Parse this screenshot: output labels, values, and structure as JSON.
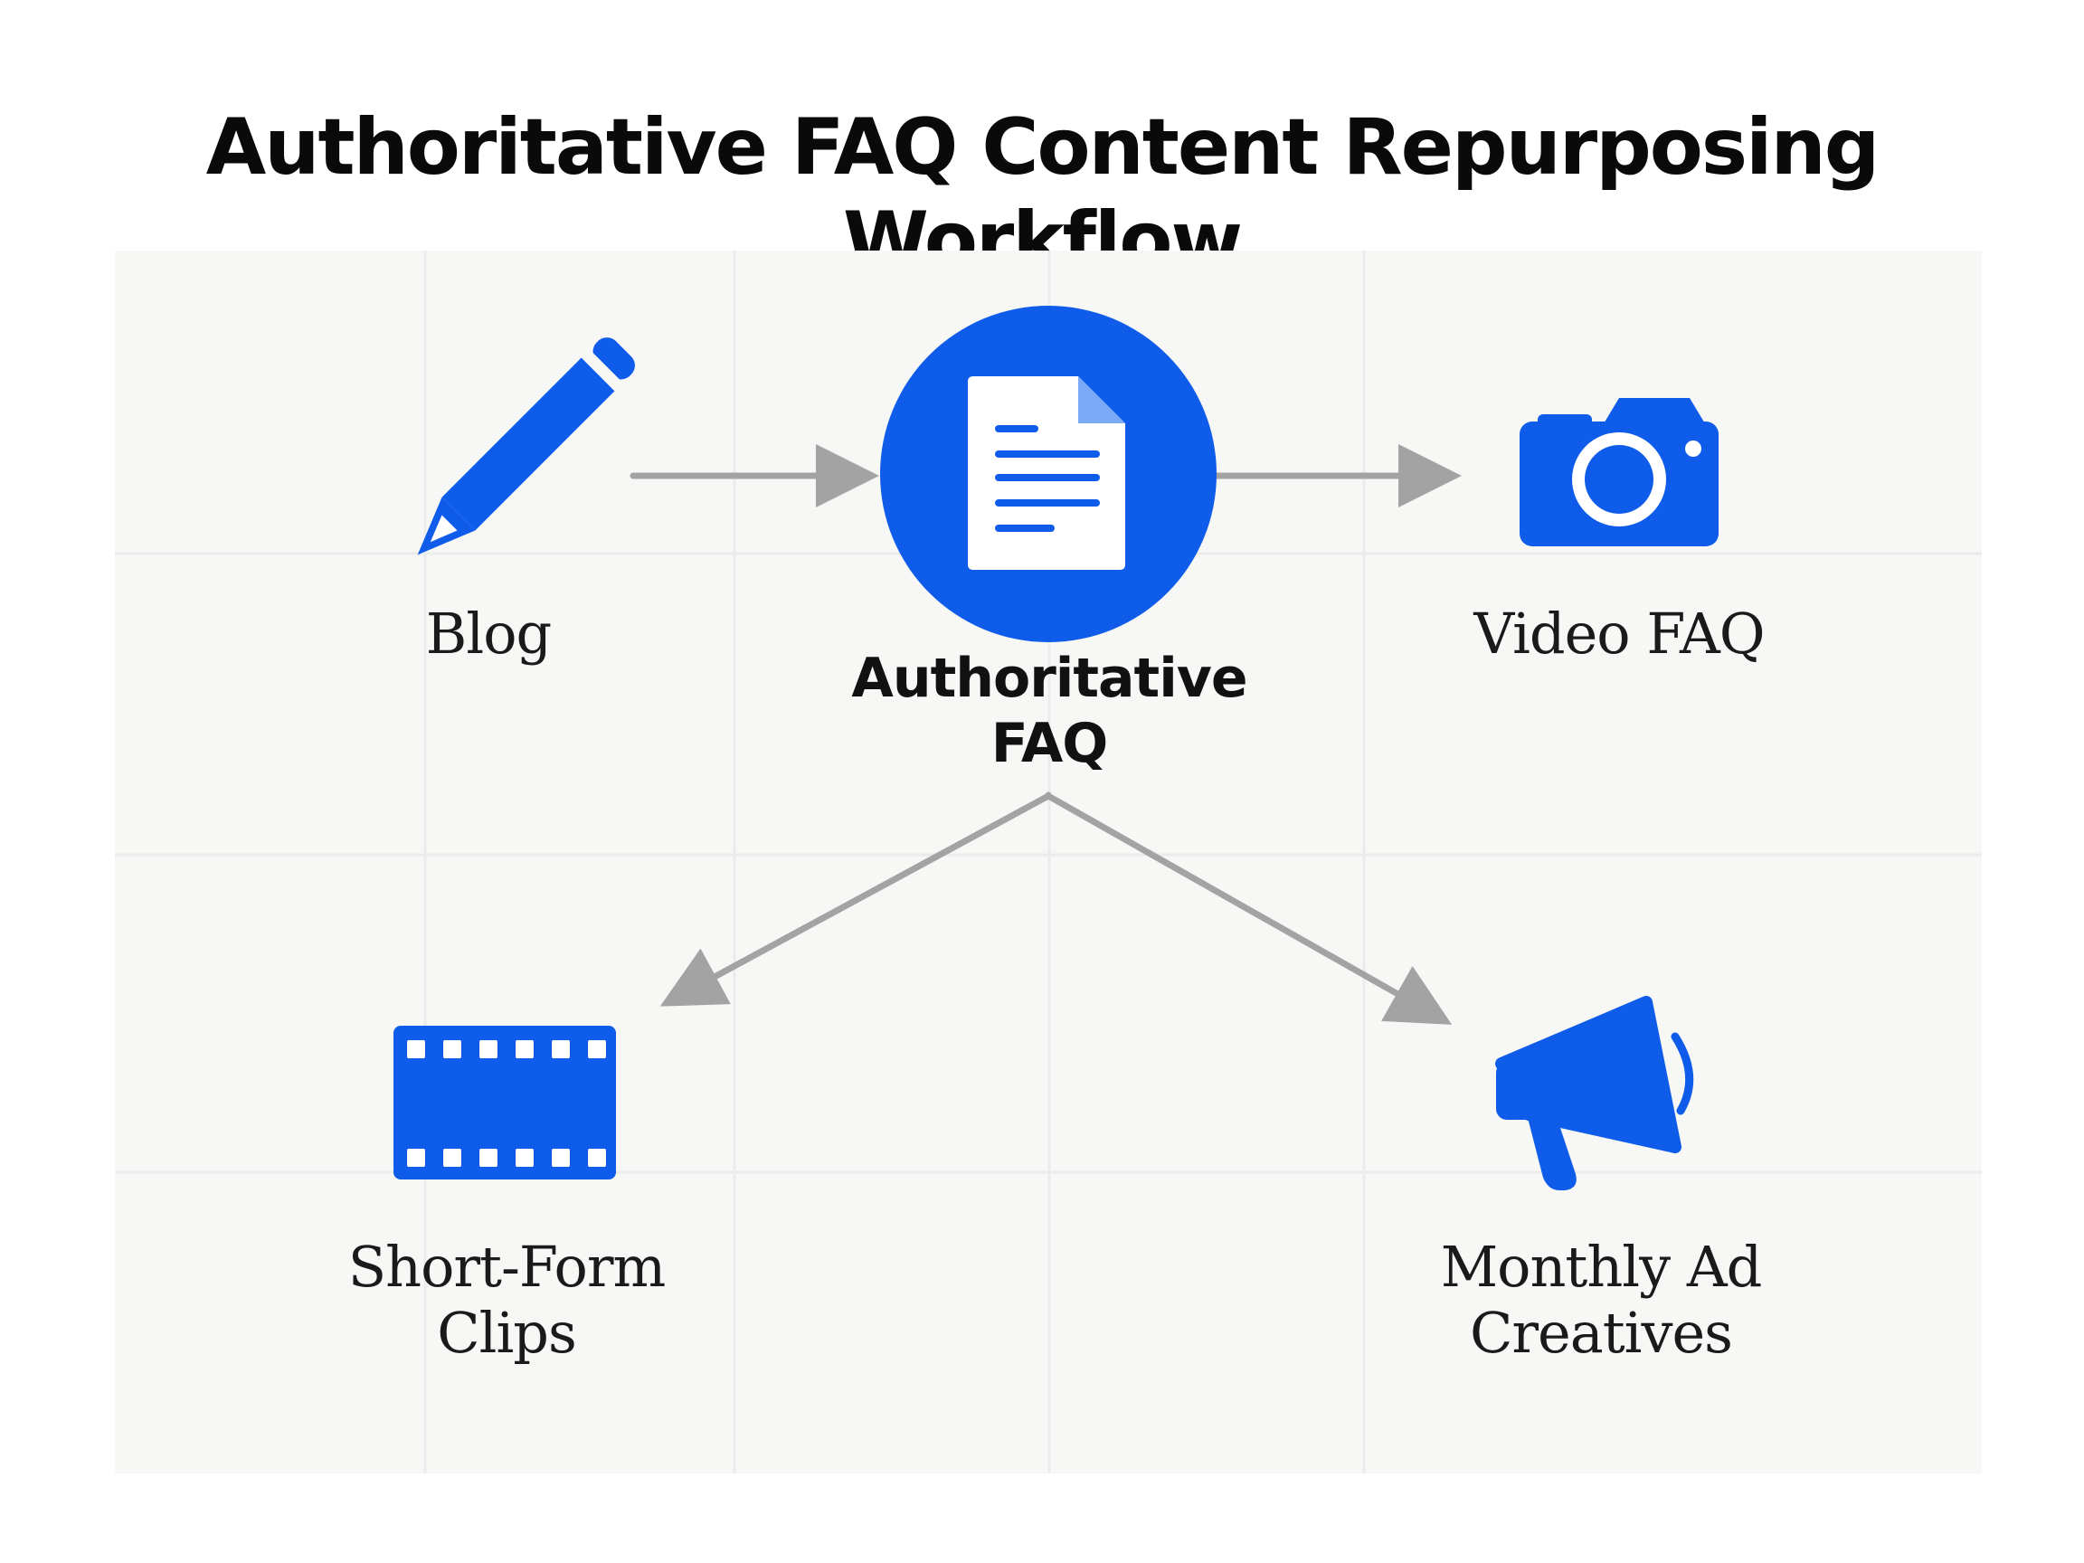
{
  "title": "Authoritative FAQ Content Repurposing Workflow",
  "colors": {
    "accent": "#0f5cea",
    "arrow": "#a3a3a3",
    "grid_background": "#f7f7f6",
    "grid_line": "#ebebeb"
  },
  "nodes": {
    "blog": {
      "label": "Blog",
      "icon": "pencil-icon"
    },
    "center": {
      "label_line1": "Authoritative",
      "label_line2": "FAQ",
      "icon": "document-icon"
    },
    "video": {
      "label": "Video FAQ",
      "icon": "camera-icon"
    },
    "clips": {
      "label_line1": "Short-Form",
      "label_line2": "Clips",
      "icon": "film-strip-icon"
    },
    "ads": {
      "label_line1": "Monthly Ad",
      "label_line2": "Creatives",
      "icon": "megaphone-icon"
    }
  },
  "edges": [
    {
      "from": "blog",
      "to": "center"
    },
    {
      "from": "center",
      "to": "video"
    },
    {
      "from": "center",
      "to": "clips"
    },
    {
      "from": "center",
      "to": "ads"
    }
  ]
}
